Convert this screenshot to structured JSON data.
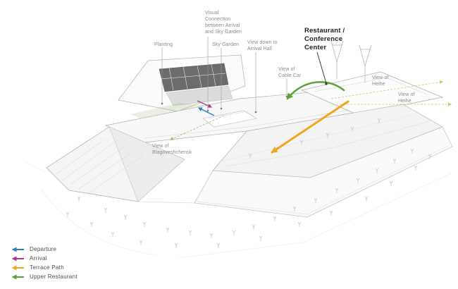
{
  "annotations": {
    "visual_connection": "Visual Connection between Arrival and Sky Garden",
    "planting": "Planting",
    "sky_garden": "Sky Garden",
    "view_down_arrival": "View down to Arrival Hall",
    "restaurant_conference": "Restaurant / Conference Center",
    "view_cable_car": "View of Cable Car",
    "view_heihe_upper": "View of Heihe",
    "view_heihe_lower": "View of Heihe",
    "view_blagoveshchensk": "View of Blagoveshchensk"
  },
  "legend": {
    "items": [
      {
        "id": "departure",
        "label": "Departure",
        "color": "#2b7fc0"
      },
      {
        "id": "arrival",
        "label": "Arrival",
        "color": "#a63a8f"
      },
      {
        "id": "terrace_path",
        "label": "Terrace Path",
        "color": "#efa51e"
      },
      {
        "id": "upper_restaurant",
        "label": "Upper Restaurant",
        "color": "#57a333"
      }
    ]
  },
  "sightlines": {
    "heihe_color": "#d2c35e",
    "blagoveshchensk_color": "#a8b465"
  },
  "leader": {
    "color": "#9a9a9a",
    "accent_color": "#3a3a3a"
  }
}
